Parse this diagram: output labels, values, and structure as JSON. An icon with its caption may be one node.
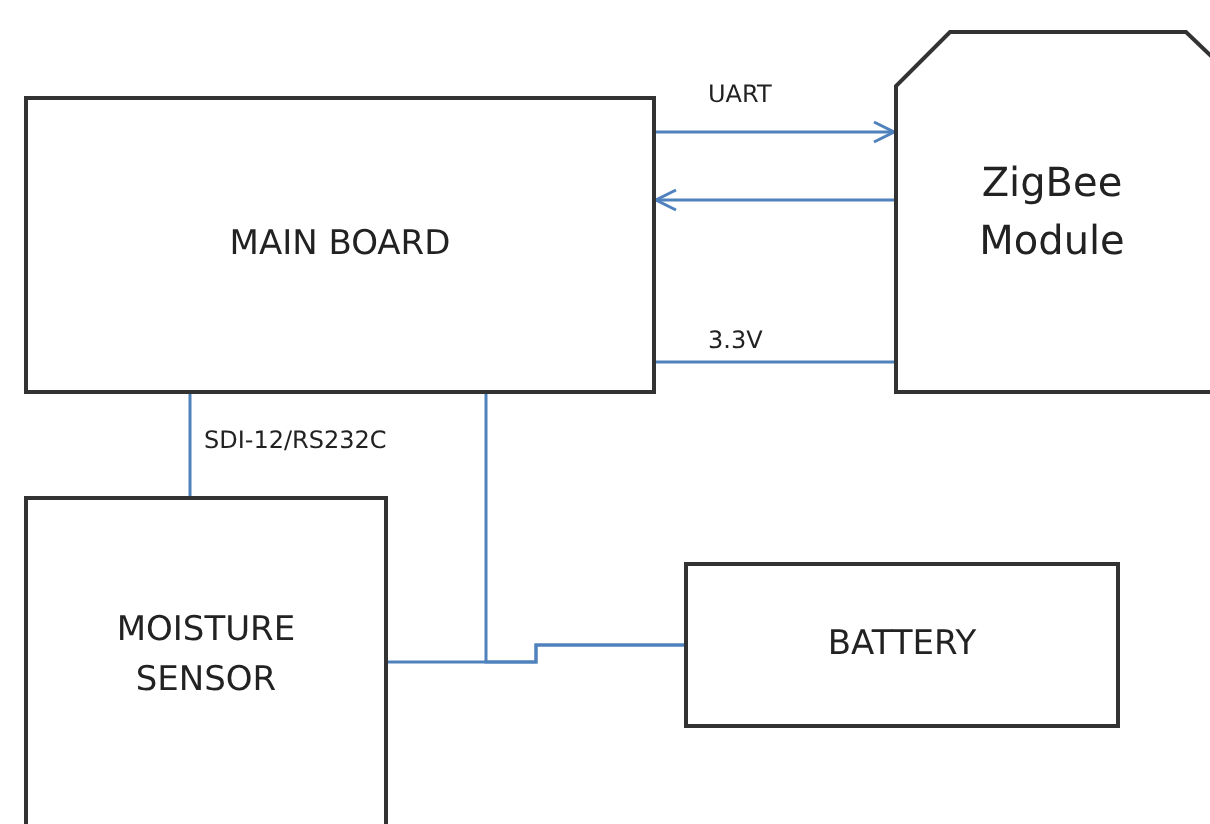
{
  "diagram": {
    "nodes": [
      {
        "text": [
          "MAIN BOARD"
        ]
      },
      {
        "text": [
          "ZigBee Module"
        ]
      },
      {
        "text": [
          "MOISTURE SENSOR"
        ]
      },
      {
        "text": [
          "BATTERY"
        ]
      }
    ],
    "edges": [
      {
        "from": 0,
        "to": 1,
        "arrow": "to",
        "label": "UART"
      },
      {
        "from": 1,
        "to": 0,
        "arrow": "to"
      },
      {
        "from": 0,
        "to": 1,
        "arrow": "none",
        "label": "3.3V"
      },
      {
        "from": 0,
        "to": 2,
        "arrow": "none",
        "label": "SDI-12/RS232C"
      },
      {
        "from": 0,
        "to": 3,
        "arrow": "none"
      },
      {
        "from": 2,
        "to": 3,
        "arrow": "none"
      }
    ]
  }
}
